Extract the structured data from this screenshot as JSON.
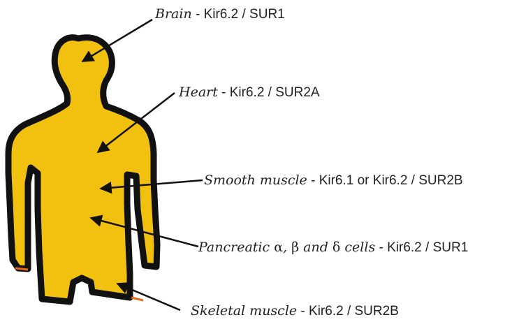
{
  "colors": {
    "body_fill": "#f2c10f",
    "outline": "#111111",
    "arrow": "#111111",
    "text": "#231f20"
  },
  "labels": [
    {
      "id": "brain",
      "tissue": "Brain",
      "sep": " - ",
      "channel": "Kir6.2 / SUR1"
    },
    {
      "id": "heart",
      "tissue": "Heart",
      "sep": " - ",
      "channel": "Kir6.2 / SUR2A"
    },
    {
      "id": "smooth-muscle",
      "tissue": "Smooth muscle",
      "sep": " - ",
      "channel": "Kir6.1 or Kir6.2 / SUR2B"
    },
    {
      "id": "pancreatic",
      "tissue_parts": [
        "Pancreatic ",
        "α",
        ", ",
        "β",
        " and ",
        "δ",
        " cells"
      ],
      "sep": " - ",
      "channel": "Kir6.2 / SUR1"
    },
    {
      "id": "skeletal-muscle",
      "tissue": "Skeletal muscle",
      "sep": " - ",
      "channel": "Kir6.2 / SUR2B"
    }
  ]
}
